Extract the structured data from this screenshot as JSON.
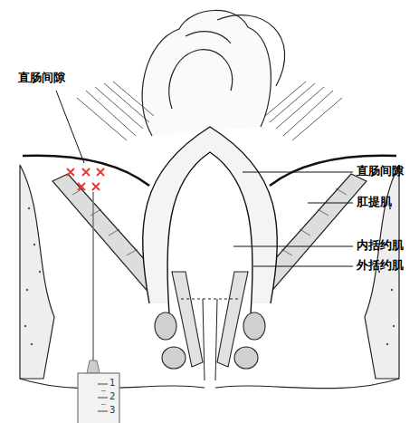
{
  "diagram": {
    "labels": [
      "直肠间隙",
      "直肠间隙",
      "肛提肌",
      "内括约肌",
      "外括约肌",
      "1",
      "2",
      "3"
    ]
  }
}
